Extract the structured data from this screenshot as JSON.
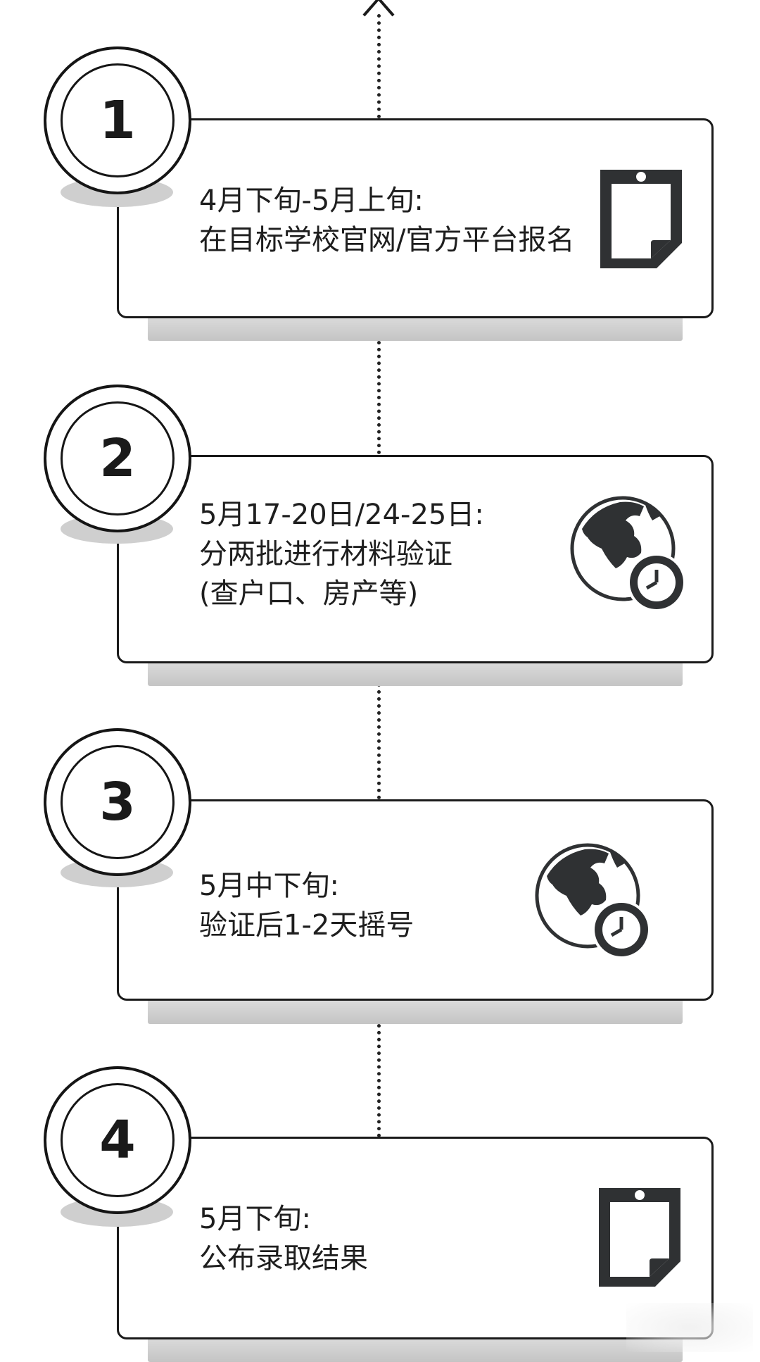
{
  "steps": [
    {
      "number": "1",
      "line1": "4月下旬-5月上旬:",
      "line2": "在目标学校官网/官方平台报名",
      "line3": "",
      "icon": "document-icon"
    },
    {
      "number": "2",
      "line1": "5月17-20日/24-25日:",
      "line2": "分两批进行材料验证",
      "line3": "(查户口、房产等)",
      "icon": "globe-clock-icon"
    },
    {
      "number": "3",
      "line1": "5月中下旬:",
      "line2": "验证后1-2天摇号",
      "line3": "",
      "icon": "globe-clock-icon"
    },
    {
      "number": "4",
      "line1": "5月下旬:",
      "line2": "公布录取结果",
      "line3": "",
      "icon": "document-icon"
    }
  ],
  "colors": {
    "ink": "#1a1a1a",
    "shadow": "#cfcfcf",
    "icon_fill": "#2f3133"
  }
}
